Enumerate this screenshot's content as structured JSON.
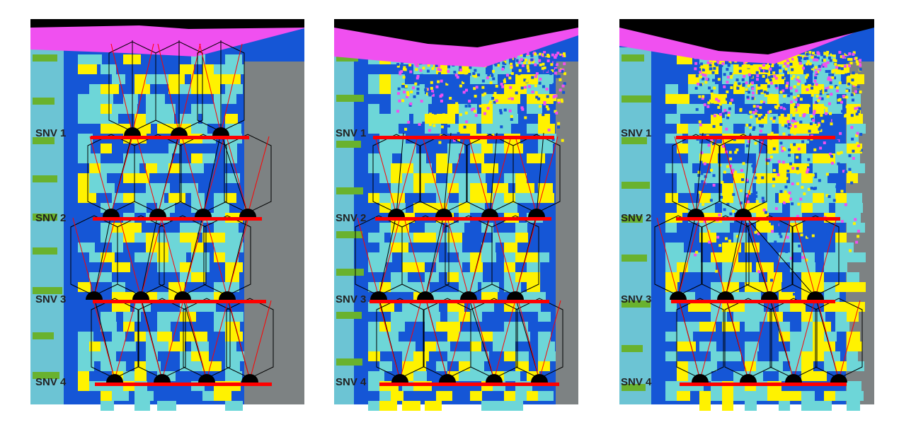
{
  "colors": {
    "cyan": "#6dd6d8",
    "light_blue": "#6cc4d4",
    "blue": "#1556d6",
    "yellow": "#fff200",
    "gray": "#7d8283",
    "magenta": "#f050f0",
    "green": "#69b22e",
    "black": "#000000",
    "red": "#ff0000"
  },
  "panels": [
    {
      "labels": [
        "SNV 1",
        "SNV 2",
        "SNV 3",
        "SNV 4"
      ]
    },
    {
      "labels": [
        "SNV 1",
        "SNV 2",
        "SNV 3",
        "SNV 4"
      ]
    },
    {
      "labels": [
        "SNV 1",
        "SNV 2",
        "SNV 3",
        "SNV 4"
      ]
    }
  ]
}
